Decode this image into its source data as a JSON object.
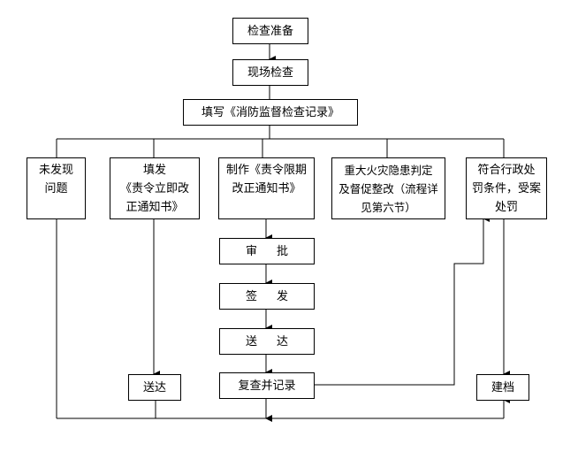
{
  "diagram": {
    "nodes": {
      "prepare": "检查准备",
      "onsite": "现场检查",
      "record": "填写《消防监督检查记录》",
      "no_issue": "未发现\n问题",
      "issue_immediate": "填发\n《责令立即改\n正通知书》",
      "issue_deadline": "制作《责令限期\n改正通知书》",
      "major_hazard": "重大火灾隐患判定\n及督促整改（流程详\n见第六节）",
      "penalty": "符合行政处\n罚条件，受案\n处罚",
      "approve": "审批",
      "sign": "签发",
      "deliver_mid": "送达",
      "review": "复查并记录",
      "deliver_left": "送达",
      "archive": "建档"
    }
  }
}
